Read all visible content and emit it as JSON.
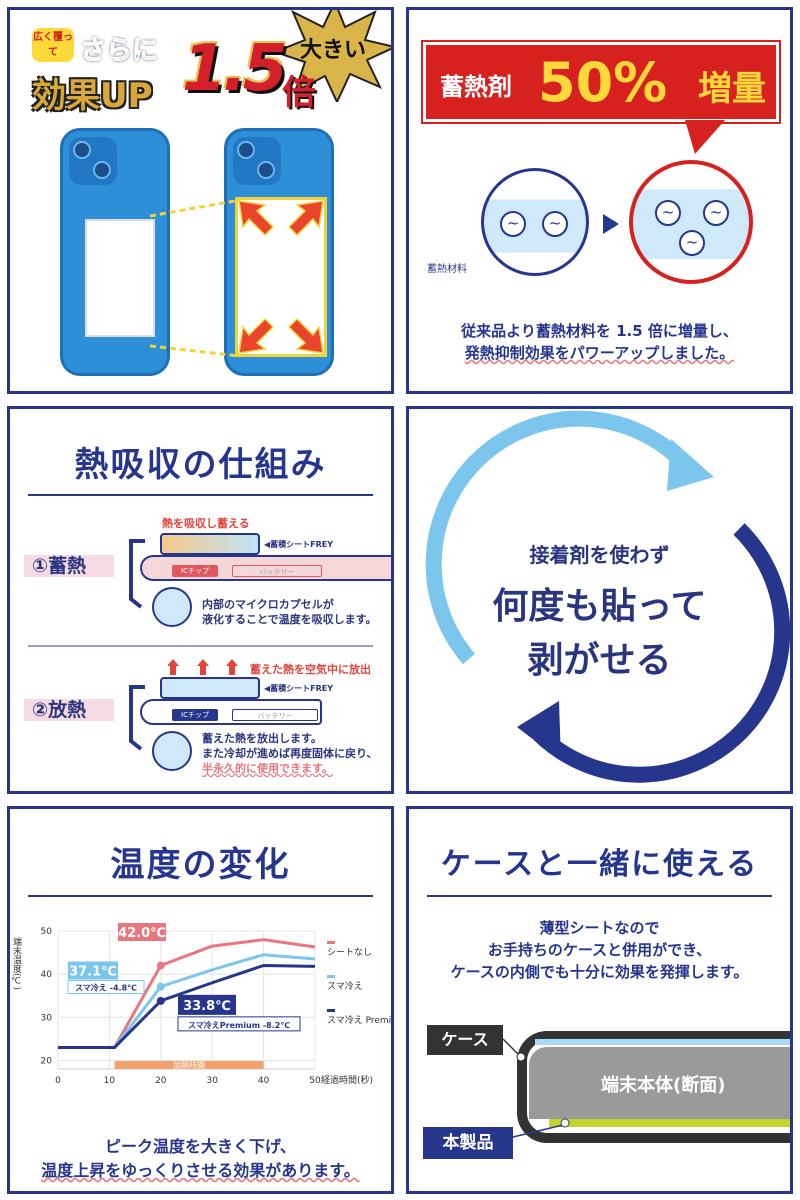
{
  "panel1": {
    "badge": "広く覆って",
    "sarani": "さらに",
    "effect": "効果UP",
    "multiplier": "1.5",
    "bai": "倍",
    "starburst": "大きい"
  },
  "panel2": {
    "banner_label": "蓄熱剤",
    "banner_percent": "50%",
    "banner_suffix": "増量",
    "material_label": "蓄熱材料",
    "text_line1": "従来品より蓄熱材料を 1.5 倍に増量し、",
    "text_line2": "発熱抑制効果をパワーアップしました。"
  },
  "panel3": {
    "title": "熱吸収の仕組み",
    "step1": {
      "label": "①蓄熱",
      "caption": "熱を吸収し蓄える",
      "sheet_tag": "◀蓄積シートFREY",
      "chip": "ICチップ",
      "battery": "バッテリー",
      "desc_line1": "内部のマイクロカプセルが",
      "desc_line2": "液化することで温度を吸収します。"
    },
    "step2": {
      "label": "②放熱",
      "caption": "蓄えた熱を空気中に放出",
      "sheet_tag": "◀蓄積シートFREY",
      "chip": "ICチップ",
      "battery": "バッテリー",
      "desc_line1": "蓄えた熱を放出します。",
      "desc_line2": "また冷却が進めば再度固体に戻り、",
      "desc_line3": "半永久的に使用できます。"
    }
  },
  "panel4": {
    "line1": "接着剤を使わず",
    "line2": "何度も貼って",
    "line3": "剥がせる"
  },
  "panel5": {
    "title": "温度の変化",
    "text_line1": "ピーク温度を大きく下げ、",
    "text_line2": "温度上昇をゆっくりさせる効果があります。"
  },
  "chart_data": {
    "type": "line",
    "ylabel": "端末温度(℃)",
    "xlabel": "経過時間(秒)",
    "xlim": [
      0,
      50
    ],
    "ylim": [
      18,
      50
    ],
    "x_ticks": [
      "0",
      "10",
      "20",
      "30",
      "40",
      "50"
    ],
    "y_ticks": [
      "20",
      "30",
      "40",
      "50"
    ],
    "grid": true,
    "legend_position": "right",
    "x": [
      0,
      11,
      20,
      30,
      40,
      50
    ],
    "series": [
      {
        "name": "シートなし",
        "color": "#e8767e",
        "values": [
          23,
          23,
          42.0,
          46.5,
          48,
          46.3
        ]
      },
      {
        "name": "スマ冷え",
        "color": "#7cc6ee",
        "values": [
          23,
          23,
          37.1,
          41,
          44.5,
          43.5
        ]
      },
      {
        "name": "スマ冷え Premium",
        "color": "#27368d",
        "values": [
          23,
          23,
          33.8,
          38,
          42,
          41.8
        ]
      }
    ],
    "annotations": {
      "peak_none": "42.0℃",
      "peak_sumahie": "37.1℃",
      "diff_sumahie": "スマ冷え -4.8℃",
      "peak_premium": "33.8℃",
      "diff_premium": "スマ冷えPremium -8.2℃",
      "heating": "加熱時間",
      "heating_range": [
        11,
        40
      ]
    }
  },
  "panel6": {
    "title": "ケースと一緒に使える",
    "text_line1": "薄型シートなので",
    "text_line2": "お手持ちのケースと併用ができ、",
    "text_line3": "ケースの内側でも十分に効果を発揮します。",
    "case_label": "ケース",
    "body_label": "端末本体(断面)",
    "product_label": "本製品"
  }
}
